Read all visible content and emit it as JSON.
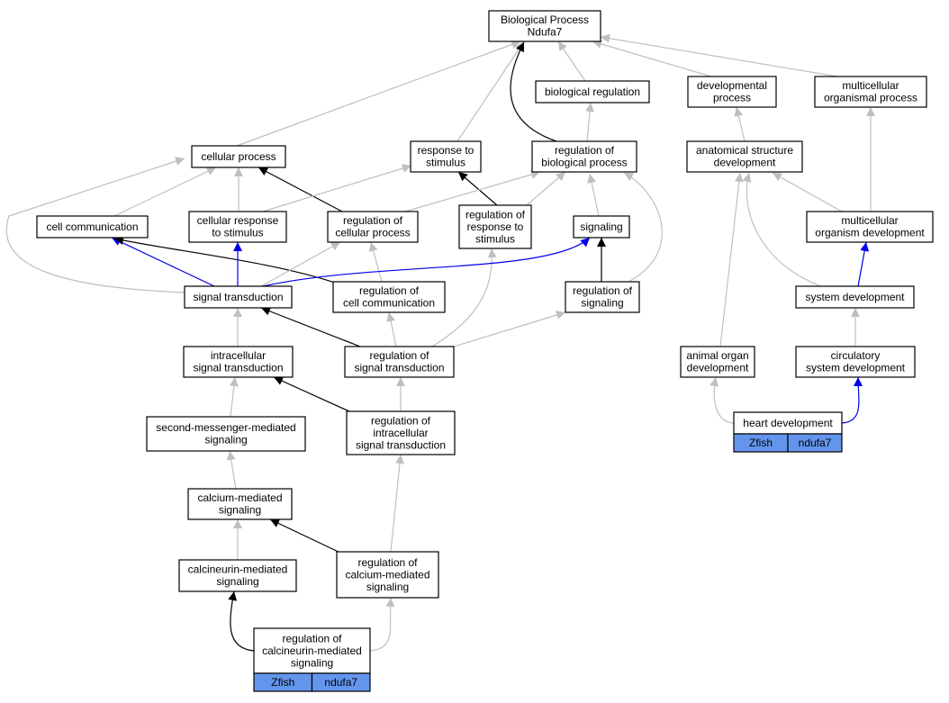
{
  "diagram": {
    "colors": {
      "is_a": "#bfbfbf",
      "regulates": "#000000",
      "part_of": "#0000ee",
      "tag": "#6495ed"
    },
    "nodes": [
      {
        "id": "root",
        "lines": [
          "Biological Process",
          "Ndufa7"
        ]
      },
      {
        "id": "biological-regulation",
        "lines": [
          "biological regulation"
        ]
      },
      {
        "id": "developmental-process",
        "lines": [
          "developmental",
          "process"
        ]
      },
      {
        "id": "multicellular-organismal-process",
        "lines": [
          "multicellular",
          "organismal process"
        ]
      },
      {
        "id": "cellular-process",
        "lines": [
          "cellular process"
        ]
      },
      {
        "id": "response-to-stimulus",
        "lines": [
          "response to",
          "stimulus"
        ]
      },
      {
        "id": "regulation-of-biological-process",
        "lines": [
          "regulation of",
          "biological process"
        ]
      },
      {
        "id": "anatomical-structure-development",
        "lines": [
          "anatomical structure",
          "development"
        ]
      },
      {
        "id": "cell-communication",
        "lines": [
          "cell communication"
        ]
      },
      {
        "id": "cellular-response-to-stimulus",
        "lines": [
          "cellular response",
          "to stimulus"
        ]
      },
      {
        "id": "regulation-of-cellular-process",
        "lines": [
          "regulation of",
          "cellular process"
        ]
      },
      {
        "id": "regulation-of-response-to-stimulus",
        "lines": [
          "regulation of",
          "response to",
          "stimulus"
        ]
      },
      {
        "id": "signaling",
        "lines": [
          "signaling"
        ]
      },
      {
        "id": "multicellular-organism-development",
        "lines": [
          "multicellular",
          "organism development"
        ]
      },
      {
        "id": "signal-transduction",
        "lines": [
          "signal transduction"
        ]
      },
      {
        "id": "regulation-of-cell-communication",
        "lines": [
          "regulation of",
          "cell communication"
        ]
      },
      {
        "id": "regulation-of-signaling",
        "lines": [
          "regulation of",
          "signaling"
        ]
      },
      {
        "id": "system-development",
        "lines": [
          "system development"
        ]
      },
      {
        "id": "intracellular-signal-transduction",
        "lines": [
          "intracellular",
          "signal transduction"
        ]
      },
      {
        "id": "regulation-of-signal-transduction",
        "lines": [
          "regulation of",
          "signal transduction"
        ]
      },
      {
        "id": "animal-organ-development",
        "lines": [
          "animal organ",
          "development"
        ]
      },
      {
        "id": "circulatory-system-development",
        "lines": [
          "circulatory",
          "system development"
        ]
      },
      {
        "id": "second-messenger-mediated-signaling",
        "lines": [
          "second-messenger-mediated",
          "signaling"
        ]
      },
      {
        "id": "regulation-of-intracellular-signal-transduction",
        "lines": [
          "regulation of",
          "intracellular",
          "signal transduction"
        ]
      },
      {
        "id": "heart-development",
        "lines": [
          "heart development"
        ],
        "tags": [
          "Zfish",
          "ndufa7"
        ]
      },
      {
        "id": "calcium-mediated-signaling",
        "lines": [
          "calcium-mediated",
          "signaling"
        ]
      },
      {
        "id": "calcineurin-mediated-signaling",
        "lines": [
          "calcineurin-mediated",
          "signaling"
        ]
      },
      {
        "id": "regulation-of-calcium-mediated-signaling",
        "lines": [
          "regulation of",
          "calcium-mediated",
          "signaling"
        ]
      },
      {
        "id": "regulation-of-calcineurin-mediated-signaling",
        "lines": [
          "regulation of",
          "calcineurin-mediated",
          "signaling"
        ],
        "tags": [
          "Zfish",
          "ndufa7"
        ]
      }
    ],
    "edges": [
      {
        "from": "cellular-process",
        "to": "root",
        "type": "is_a"
      },
      {
        "from": "response-to-stimulus",
        "to": "root",
        "type": "is_a"
      },
      {
        "from": "regulation-of-biological-process",
        "to": "root",
        "type": "regulates"
      },
      {
        "from": "biological-regulation",
        "to": "root",
        "type": "is_a"
      },
      {
        "from": "developmental-process",
        "to": "root",
        "type": "is_a"
      },
      {
        "from": "multicellular-organismal-process",
        "to": "root",
        "type": "is_a"
      },
      {
        "from": "regulation-of-biological-process",
        "to": "biological-regulation",
        "type": "is_a"
      },
      {
        "from": "anatomical-structure-development",
        "to": "developmental-process",
        "type": "is_a"
      },
      {
        "from": "multicellular-organism-development",
        "to": "multicellular-organismal-process",
        "type": "is_a"
      },
      {
        "from": "cell-communication",
        "to": "cellular-process",
        "type": "is_a"
      },
      {
        "from": "cellular-response-to-stimulus",
        "to": "cellular-process",
        "type": "is_a"
      },
      {
        "from": "regulation-of-cellular-process",
        "to": "cellular-process",
        "type": "regulates"
      },
      {
        "from": "signal-transduction",
        "to": "cellular-process",
        "type": "is_a"
      },
      {
        "from": "cellular-response-to-stimulus",
        "to": "response-to-stimulus",
        "type": "is_a"
      },
      {
        "from": "regulation-of-response-to-stimulus",
        "to": "response-to-stimulus",
        "type": "regulates"
      },
      {
        "from": "regulation-of-cellular-process",
        "to": "regulation-of-biological-process",
        "type": "is_a"
      },
      {
        "from": "regulation-of-response-to-stimulus",
        "to": "regulation-of-biological-process",
        "type": "is_a"
      },
      {
        "from": "signaling",
        "to": "regulation-of-biological-process",
        "type": "is_a"
      },
      {
        "from": "regulation-of-signaling",
        "to": "regulation-of-biological-process",
        "type": "is_a"
      },
      {
        "from": "multicellular-organism-development",
        "to": "anatomical-structure-development",
        "type": "is_a"
      },
      {
        "from": "system-development",
        "to": "anatomical-structure-development",
        "type": "is_a"
      },
      {
        "from": "animal-organ-development",
        "to": "anatomical-structure-development",
        "type": "is_a"
      },
      {
        "from": "signal-transduction",
        "to": "cell-communication",
        "type": "part_of"
      },
      {
        "from": "regulation-of-cell-communication",
        "to": "cell-communication",
        "type": "regulates"
      },
      {
        "from": "signal-transduction",
        "to": "cellular-response-to-stimulus",
        "type": "part_of"
      },
      {
        "from": "signal-transduction",
        "to": "regulation-of-cellular-process",
        "type": "is_a"
      },
      {
        "from": "regulation-of-cell-communication",
        "to": "regulation-of-cellular-process",
        "type": "is_a"
      },
      {
        "from": "regulation-of-signal-transduction",
        "to": "regulation-of-response-to-stimulus",
        "type": "is_a"
      },
      {
        "from": "signal-transduction",
        "to": "signaling",
        "type": "part_of"
      },
      {
        "from": "regulation-of-signaling",
        "to": "signaling",
        "type": "regulates"
      },
      {
        "from": "system-development",
        "to": "multicellular-organism-development",
        "type": "part_of"
      },
      {
        "from": "intracellular-signal-transduction",
        "to": "signal-transduction",
        "type": "is_a"
      },
      {
        "from": "regulation-of-signal-transduction",
        "to": "signal-transduction",
        "type": "regulates"
      },
      {
        "from": "regulation-of-signal-transduction",
        "to": "regulation-of-cell-communication",
        "type": "is_a"
      },
      {
        "from": "regulation-of-signal-transduction",
        "to": "regulation-of-signaling",
        "type": "is_a"
      },
      {
        "from": "circulatory-system-development",
        "to": "system-development",
        "type": "is_a"
      },
      {
        "from": "second-messenger-mediated-signaling",
        "to": "intracellular-signal-transduction",
        "type": "is_a"
      },
      {
        "from": "regulation-of-intracellular-signal-transduction",
        "to": "intracellular-signal-transduction",
        "type": "regulates"
      },
      {
        "from": "regulation-of-intracellular-signal-transduction",
        "to": "regulation-of-signal-transduction",
        "type": "is_a"
      },
      {
        "from": "heart-development",
        "to": "animal-organ-development",
        "type": "is_a"
      },
      {
        "from": "heart-development",
        "to": "circulatory-system-development",
        "type": "part_of"
      },
      {
        "from": "calcium-mediated-signaling",
        "to": "second-messenger-mediated-signaling",
        "type": "is_a"
      },
      {
        "from": "regulation-of-calcium-mediated-signaling",
        "to": "regulation-of-intracellular-signal-transduction",
        "type": "is_a"
      },
      {
        "from": "calcineurin-mediated-signaling",
        "to": "calcium-mediated-signaling",
        "type": "is_a"
      },
      {
        "from": "regulation-of-calcium-mediated-signaling",
        "to": "calcium-mediated-signaling",
        "type": "regulates"
      },
      {
        "from": "regulation-of-calcineurin-mediated-signaling",
        "to": "calcineurin-mediated-signaling",
        "type": "regulates"
      },
      {
        "from": "regulation-of-calcineurin-mediated-signaling",
        "to": "regulation-of-calcium-mediated-signaling",
        "type": "is_a"
      }
    ]
  }
}
